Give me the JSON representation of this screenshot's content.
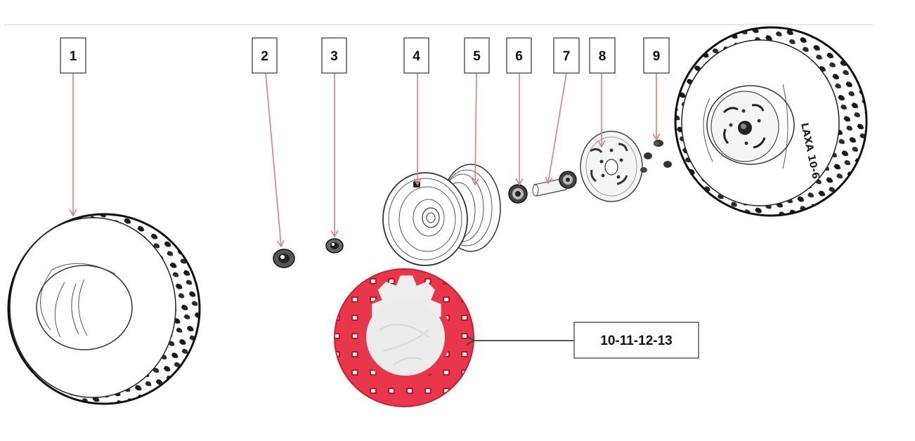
{
  "callouts": [
    {
      "id": "1",
      "label": "1"
    },
    {
      "id": "2",
      "label": "2"
    },
    {
      "id": "3",
      "label": "3"
    },
    {
      "id": "4",
      "label": "4"
    },
    {
      "id": "5",
      "label": "5"
    },
    {
      "id": "6",
      "label": "6"
    },
    {
      "id": "7",
      "label": "7"
    },
    {
      "id": "8",
      "label": "8"
    },
    {
      "id": "9",
      "label": "9"
    },
    {
      "id": "10",
      "label": "10-11-12-13"
    }
  ],
  "tire_side_text": "LAXA 10-6",
  "colors": {
    "leader_arrow": "#d98080",
    "rim_red": "#e8364a",
    "ink": "#222222",
    "divider": "#e6e6e6"
  },
  "icons": [
    "tire-icon",
    "wheel-hub-icon",
    "bearing-icon",
    "axle-spacer-icon",
    "brake-disc-icon",
    "bolt-icon",
    "nut-icon",
    "beadlock-ring-icon"
  ]
}
